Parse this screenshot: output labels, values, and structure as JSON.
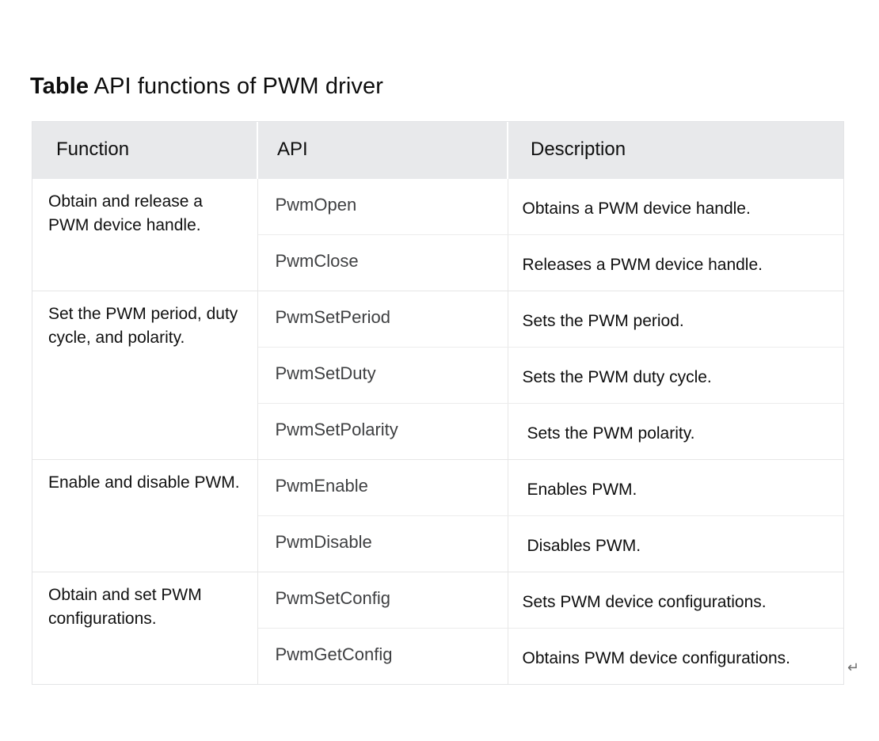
{
  "title": {
    "strong": "Table",
    "rest": " API functions of PWM driver"
  },
  "table": {
    "headers": {
      "function": "Function",
      "api": "API",
      "description": "Description"
    },
    "groups": [
      {
        "function": "Obtain and release a PWM device handle.",
        "rows": [
          {
            "api": "PwmOpen",
            "description": "Obtains a PWM device handle."
          },
          {
            "api": "PwmClose",
            "description": "Releases a PWM device handle."
          }
        ]
      },
      {
        "function": "Set the PWM period, duty cycle, and polarity.",
        "rows": [
          {
            "api": "PwmSetPeriod",
            "description": "Sets the PWM period."
          },
          {
            "api": "PwmSetDuty",
            "description": "Sets the PWM duty cycle."
          },
          {
            "api": "PwmSetPolarity",
            "description": "Sets the PWM polarity."
          }
        ]
      },
      {
        "function": "Enable and disable PWM.",
        "rows": [
          {
            "api": "PwmEnable",
            "description": "Enables PWM."
          },
          {
            "api": "PwmDisable",
            "description": "Disables PWM."
          }
        ]
      },
      {
        "function": "Obtain and set PWM configurations.",
        "rows": [
          {
            "api": "PwmSetConfig",
            "description": "Sets PWM device configurations."
          },
          {
            "api": "PwmGetConfig",
            "description": "Obtains PWM device configurations."
          }
        ]
      }
    ]
  },
  "marks": {
    "paragraph_return": "↵"
  },
  "colors": {
    "header_background": "#e8e9eb",
    "api_text": "#3f4042",
    "body_text": "#0f0f0f",
    "grid_line": "#e6e6e6",
    "page_background": "#ffffff"
  }
}
